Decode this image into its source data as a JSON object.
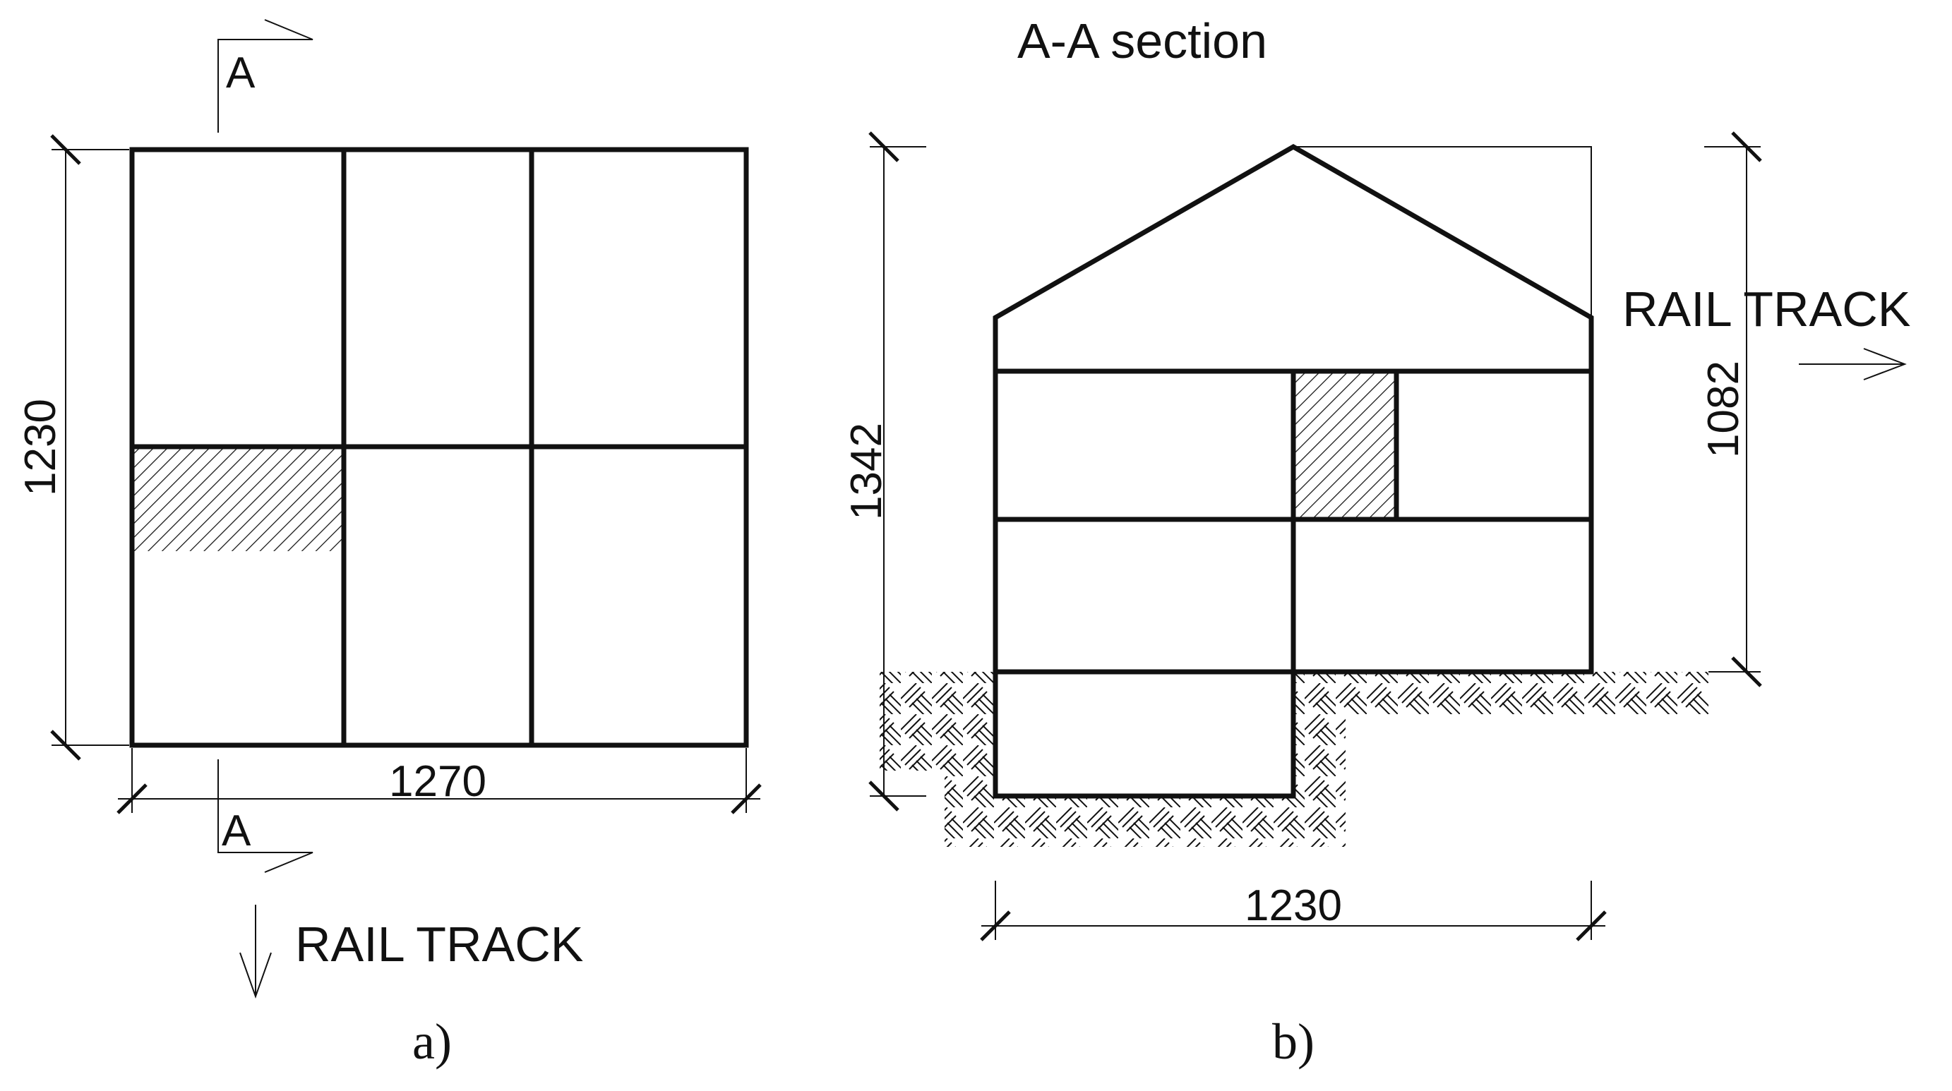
{
  "diagram": {
    "plan": {
      "section_marker_top": "A",
      "section_marker_bottom": "A",
      "dim_height": "1230",
      "dim_width": "1270",
      "direction_label": "RAIL TRACK",
      "caption": "a)"
    },
    "section": {
      "title": "A-A section",
      "dim_total_height": "1342",
      "dim_above_ground": "1082",
      "dim_width": "1230",
      "direction_label": "RAIL TRACK",
      "caption": "b)"
    }
  }
}
